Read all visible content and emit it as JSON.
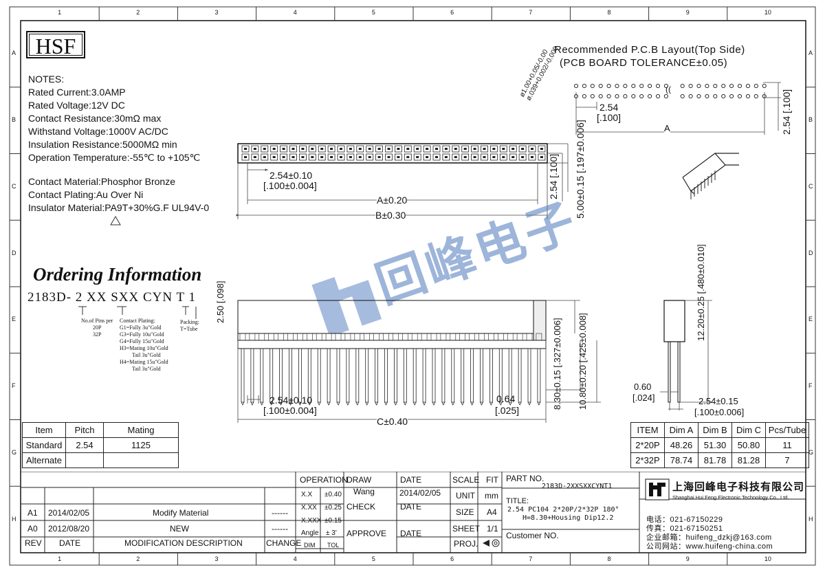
{
  "frame": {
    "col_marks": [
      "1",
      "2",
      "3",
      "4",
      "5",
      "6",
      "7",
      "8",
      "9",
      "10"
    ],
    "row_marks": [
      "A",
      "B",
      "C",
      "D",
      "E",
      "F",
      "G",
      "H"
    ]
  },
  "logo": "HSF",
  "notes": {
    "title": "NOTES:",
    "lines": [
      "Rated Current:3.0AMP",
      "Rated Voltage:12V DC",
      "Contact Resistance:30mΩ max",
      "Withstand Voltage:1000V AC/DC",
      "Insulation Resistance:5000MΩ min",
      "Operation Temperature:-55℃ to +105℃"
    ],
    "material_lines": [
      "Contact Material:Phosphor Bronze",
      "Contact Plating:Au Over Ni",
      "Insulator Material:PA9T+30%G.F UL94V-0"
    ]
  },
  "ordering": {
    "title": "Ordering Information",
    "code": "2183D- 2 XX SXX CYN T 1",
    "pins_label": [
      "No.of Pins per",
      "20P",
      "32P"
    ],
    "plating_label": [
      "Contact Plating:",
      "G1=Fully 3u\"Gold",
      "G3=Fully 10u\"Gold",
      "G4=Fully 15u\"Gold",
      "H3=Mating 10u\"Gold",
      "Tail 3u\"Gold",
      "H4=Mating 15u\"Gold",
      "Tail 3u\"Gold"
    ],
    "packing_label": [
      "Packing:",
      "T=Tube"
    ]
  },
  "pcb": {
    "title": "Recommended P.C.B Layout(Top Side)",
    "subtitle": "(PCB BOARD TOLERANCE±0.05)",
    "hole_dia": "ø1.00+0.05/-0.00",
    "hole_dia_in": "ø.039+0.002/-0.000",
    "pitch": "2.54",
    "pitch_in": "[.100]",
    "dim_a": "A",
    "row_pitch": "2.54",
    "row_pitch_in": "[.100]"
  },
  "top_view": {
    "pitch": "2.54±0.10",
    "pitch_in": "[.100±0.004]",
    "dim_a": "A±0.20",
    "dim_b": "B±0.30",
    "row": "2.54",
    "row_in": "[.100]",
    "width": "5.00±0.15",
    "width_in": "[.197±0.006]"
  },
  "front_view": {
    "h": "2.50",
    "h_in": "[.098]",
    "pitch": "2.54±0.10",
    "pitch_in": "[.100±0.004]",
    "pin_w": "0.64",
    "pin_w_in": "[.025]",
    "dim_c": "C±0.40",
    "tail1": "8.30±0.15",
    "tail1_in": "[.327±0.006]",
    "tail2": "10.80±0.20",
    "tail2_in": "[.425±0.008]"
  },
  "side_view": {
    "height": "12.20±0.25",
    "height_in": "[.480±0.010]",
    "pin": "0.60",
    "pin_in": "[.024]",
    "pitch": "2.54±0.15",
    "pitch_in": "[.100±0.006]"
  },
  "watermark": "回峰电子",
  "spec_table": {
    "headers": [
      "Item",
      "Pitch",
      "Mating"
    ],
    "rows": [
      [
        "Standard",
        "2.54",
        "1125"
      ],
      [
        "Alternate",
        "",
        ""
      ]
    ]
  },
  "dim_table": {
    "headers": [
      "ITEM",
      "Dim A",
      "Dim B",
      "Dim C",
      "Pcs/Tube"
    ],
    "rows": [
      [
        "2*20P",
        "48.26",
        "51.30",
        "50.80",
        "11"
      ],
      [
        "2*32P",
        "78.74",
        "81.78",
        "81.28",
        "7"
      ]
    ]
  },
  "revisions": {
    "headers": [
      "REV",
      "DATE",
      "MODIFICATION  DESCRIPTION",
      "CHANGE"
    ],
    "rows": [
      [
        "A1",
        "2014/02/05",
        "Modify  Material",
        "------"
      ],
      [
        "A0",
        "2012/08/20",
        "NEW",
        "------"
      ]
    ]
  },
  "title_block": {
    "operation": "OPERATION",
    "tolerances": [
      [
        "X.X",
        "±0.40"
      ],
      [
        "X.XX",
        "±0.25"
      ],
      [
        "X.XXX",
        "±0.15"
      ],
      [
        "Angle",
        "± 3'"
      ]
    ],
    "dim": "DIM",
    "tol": "TOL",
    "draw_label": "DRAW",
    "drawer": "Wang",
    "date_label": "DATE",
    "draw_date": "2014/02/05",
    "check_label": "CHECK",
    "approve_label": "APPROVE",
    "scale_label": "SCALE",
    "scale_value": "FIT",
    "unit_label": "UNIT",
    "unit_value": "mm",
    "size_label": "SIZE",
    "size_value": "A4",
    "sheet_label": "SHEET",
    "sheet_value": "1/1",
    "proj_label": "PROJ.",
    "part_no_label": "PART  NO.",
    "part_no": "2183D-2XXSXXCYNT1",
    "title_label": "TITLE:",
    "title_line1": "2.54 PC104 2*20P/2*32P 180°",
    "title_line2": "H=8.30+Housing Dip12.2",
    "customer_label": "Customer  NO."
  },
  "company": {
    "name_cn": "上海回峰电子科技有限公司",
    "name_en": "Shanghai Hui Feng Electronic Technology Co., Ltd.",
    "tel": "电话：021-67150229",
    "fax": "传真：021-67150251",
    "email": "企业邮箱：huifeng_dzkj@163.com",
    "web": "公司网站：www.huifeng-china.com"
  }
}
